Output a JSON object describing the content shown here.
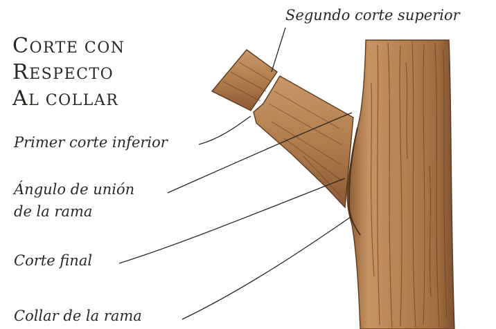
{
  "title": {
    "line1": "CORTE CON",
    "line2": "RESPECTO",
    "line3": "AL COLLAR"
  },
  "labels": {
    "segundo_corte": "Segundo corte superior",
    "primer_corte": "Primer corte inferior",
    "angulo_line1": "Ángulo de unión",
    "angulo_line2": "de la rama",
    "corte_final": "Corte final",
    "collar": "Collar de la rama"
  },
  "colors": {
    "bark_base": "#b9814f",
    "bark_dark": "#6e4424",
    "bark_light": "#d9ac7c",
    "text": "#2b2722"
  }
}
